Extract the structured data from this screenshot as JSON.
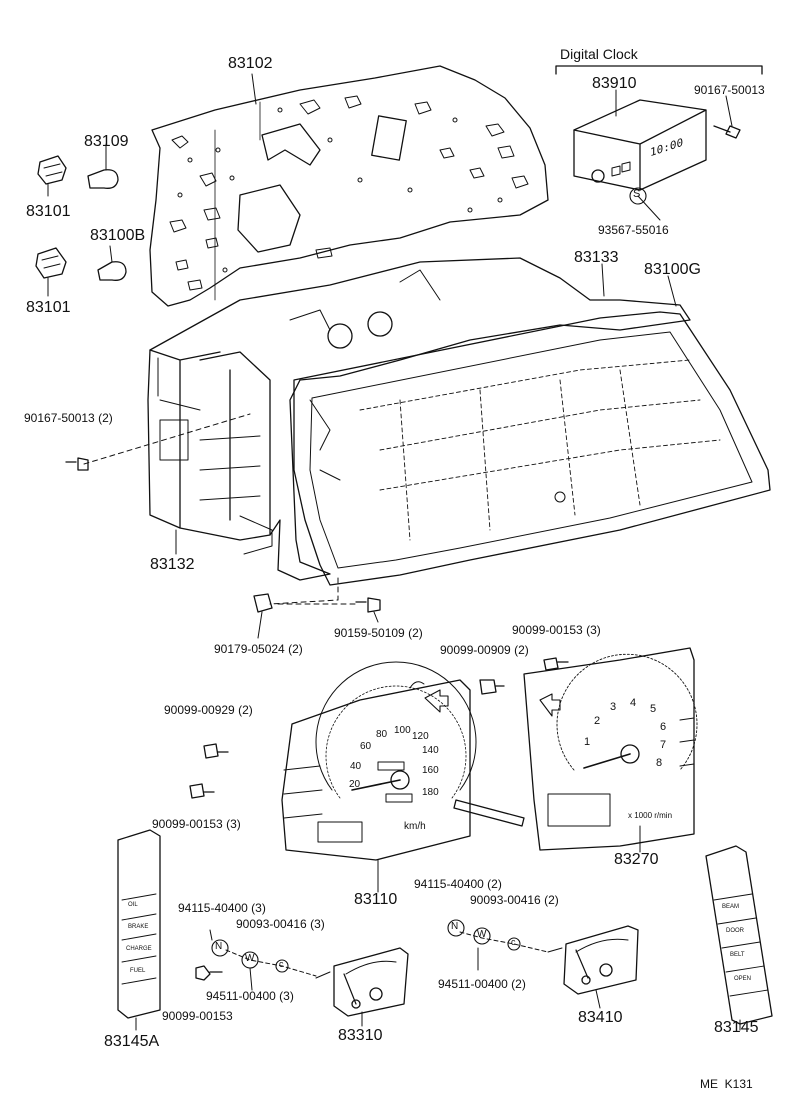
{
  "diagram": {
    "header": {
      "digital_clock": "Digital Clock",
      "figure_code": "ME  K131"
    },
    "parts": {
      "p83102": "83102",
      "p83109": "83109",
      "p83101a": "83101",
      "p83100b": "83100B",
      "p83101b": "83101",
      "p83910": "83910",
      "p90167_50013": "90167-50013",
      "p93567_55016": "93567-55016",
      "p83133": "83133",
      "p83100g": "83100G",
      "p90167_50013_2": "90167-50013 (2)",
      "p83132": "83132",
      "p90179_05024": "90179-05024 (2)",
      "p90159_50109": "90159-50109 (2)",
      "p90099_00153_3a": "90099-00153 (3)",
      "p90099_00909": "90099-00909 (2)",
      "p90099_00929": "90099-00929 (2)",
      "p90099_00153_3b": "90099-00153 (3)",
      "p83270": "83270",
      "p83110": "83110",
      "p94115_40400_2": "94115-40400 (2)",
      "p90093_00416_2": "90093-00416 (2)",
      "p94115_40400_3": "94115-40400 (3)",
      "p90093_00416_3": "90093-00416 (3)",
      "p94511_00400_3": "94511-00400 (3)",
      "p94511_00400_2": "94511-00400 (2)",
      "p90099_00153": "90099-00153",
      "p83310": "83310",
      "p83410": "83410",
      "p83145a": "83145A",
      "p83145": "83145"
    },
    "markers": {
      "s": "S",
      "n": "N",
      "w": "W",
      "c": "c"
    },
    "speedometer": {
      "ticks": [
        "20",
        "40",
        "60",
        "80",
        "100",
        "120",
        "140",
        "160",
        "180"
      ],
      "unit": "km/h"
    },
    "tachometer": {
      "ticks": [
        "1",
        "2",
        "3",
        "4",
        "5",
        "6",
        "7",
        "8"
      ],
      "unit": "x 1000 r/min"
    },
    "clock_display": "10:00",
    "warning_left": [
      "OIL",
      "BRAKE",
      "CHARGE",
      "FUEL"
    ],
    "warning_right": [
      "BEAM",
      "DOOR",
      "BELT",
      "OPEN"
    ]
  }
}
